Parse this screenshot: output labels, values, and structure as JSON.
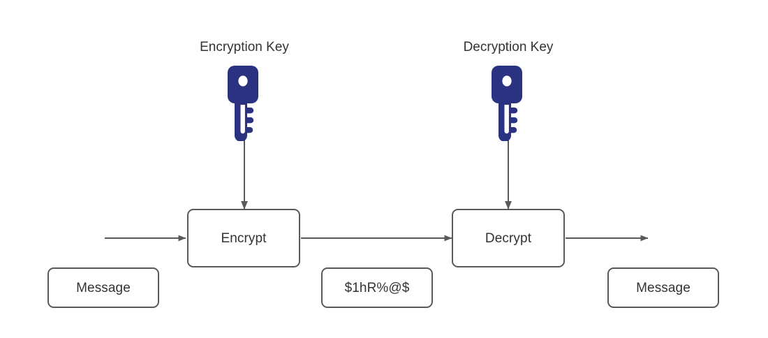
{
  "diagram": {
    "title": "Symmetric encryption flow",
    "background_color": "#ffffff",
    "stroke_color": "#595959",
    "text_color": "#333333",
    "key_color": "#2b3282",
    "key_hole_color": "#ffffff"
  },
  "labels": {
    "encryption_key": "Encryption Key",
    "decryption_key": "Decryption Key"
  },
  "nodes": {
    "encrypt": "Encrypt",
    "decrypt": "Decrypt",
    "message_in": "Message",
    "ciphertext": "$1hR%@$",
    "message_out": "Message"
  },
  "icons": {
    "encryption_key_icon": "key-icon",
    "decryption_key_icon": "key-icon",
    "arrow_head": "arrow-head-triangle"
  },
  "connectors": [
    {
      "name": "input-to-encrypt",
      "from": "message-in",
      "to": "encrypt",
      "direction": "right"
    },
    {
      "name": "encryption-key-to-encrypt",
      "from": "encryption-key",
      "to": "encrypt",
      "direction": "down"
    },
    {
      "name": "encrypt-to-decrypt",
      "from": "encrypt",
      "to": "decrypt",
      "direction": "right"
    },
    {
      "name": "decryption-key-to-decrypt",
      "from": "decryption-key",
      "to": "decrypt",
      "direction": "down"
    },
    {
      "name": "decrypt-to-output",
      "from": "decrypt",
      "to": "message-out",
      "direction": "right"
    }
  ]
}
